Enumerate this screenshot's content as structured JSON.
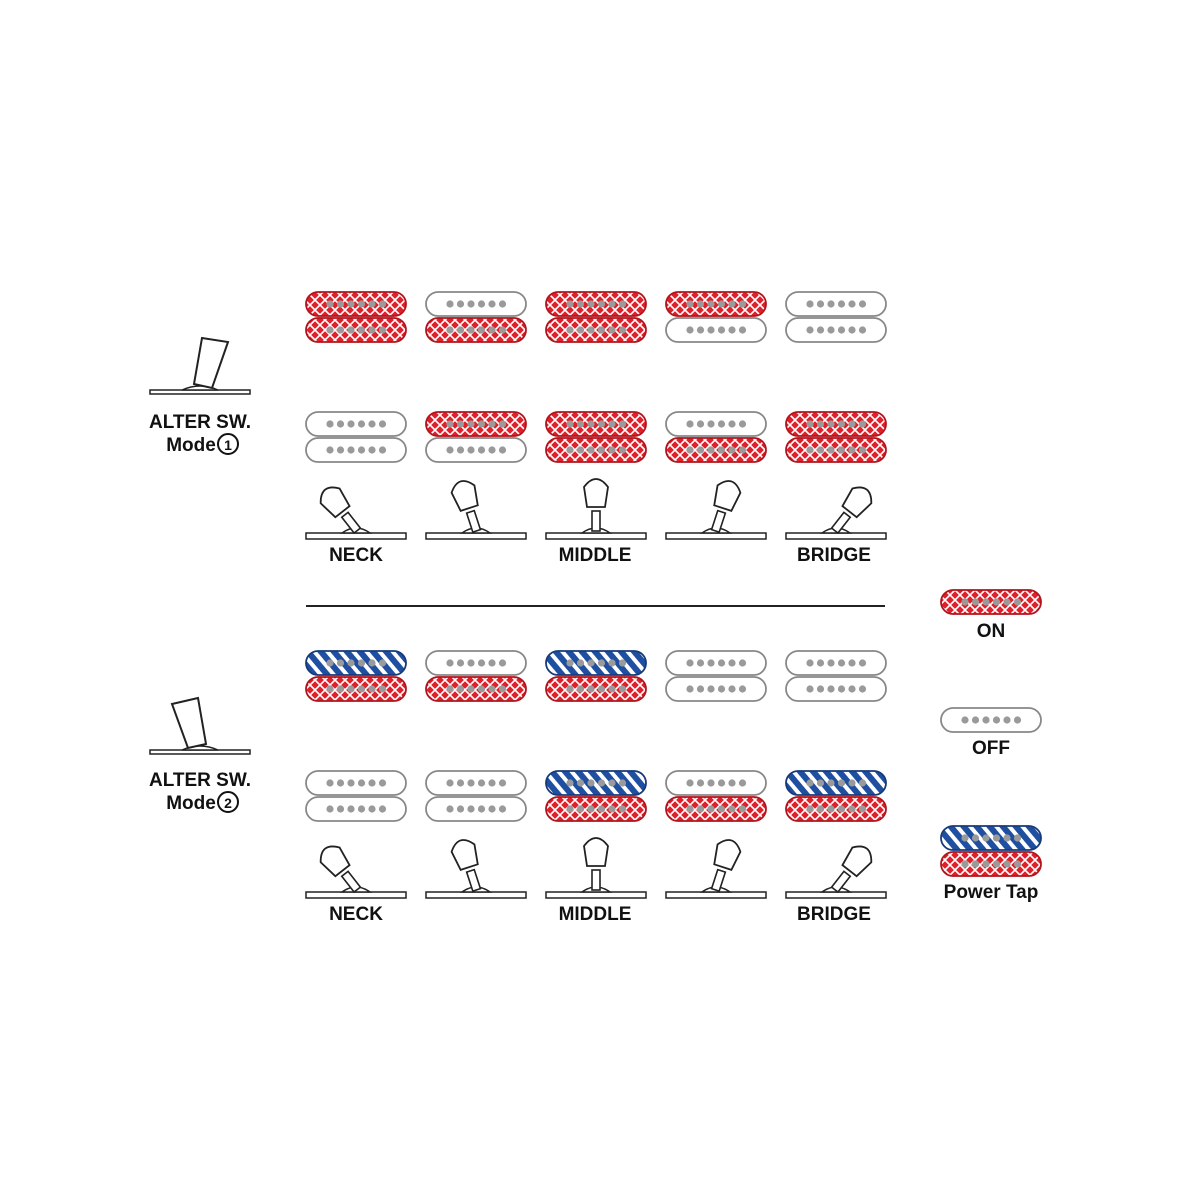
{
  "colors": {
    "on": "#e0202a",
    "power_tap": "#1f4fa0",
    "off": "#ffffff",
    "outline": "#888888",
    "pole": "#9a9a9a",
    "line": "#222222"
  },
  "mode1": {
    "label_line1": "ALTER SW.",
    "label_line2": "Mode",
    "mode_number": "1",
    "neck_row": [
      "on",
      "off",
      "on",
      "on",
      "off"
    ],
    "neck_row_lower": [
      "on",
      "on",
      "on",
      "off",
      "off"
    ],
    "bridge_row": [
      "off",
      "on",
      "on",
      "off",
      "on"
    ],
    "bridge_row_lower": [
      "off",
      "off",
      "on",
      "on",
      "on"
    ],
    "positions": {
      "neck": "NECK",
      "middle": "MIDDLE",
      "bridge": "BRIDGE"
    }
  },
  "mode2": {
    "label_line1": "ALTER SW.",
    "label_line2": "Mode",
    "mode_number": "2",
    "neck_row": [
      "tap",
      "off",
      "tap",
      "off",
      "off"
    ],
    "neck_row_lower": [
      "on",
      "on",
      "on",
      "off",
      "off"
    ],
    "bridge_row": [
      "off",
      "off",
      "tap",
      "off",
      "tap"
    ],
    "bridge_row_lower": [
      "off",
      "off",
      "on",
      "on",
      "on"
    ],
    "positions": {
      "neck": "NECK",
      "middle": "MIDDLE",
      "bridge": "BRIDGE"
    }
  },
  "legend": {
    "on": "ON",
    "off": "OFF",
    "power_tap": "Power Tap"
  }
}
